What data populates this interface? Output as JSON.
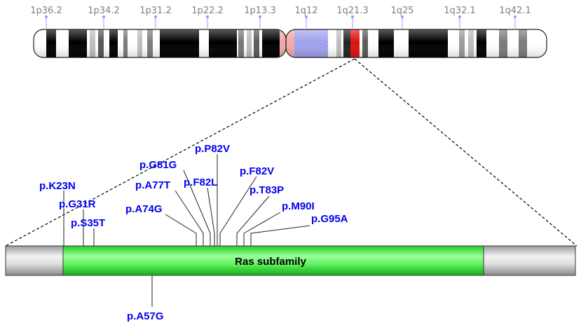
{
  "ideogram": {
    "band_labels": [
      "1p36.2",
      "1p34.2",
      "1p31.2",
      "1p22.2",
      "1p13.3",
      "1q12",
      "1q21.3",
      "1q25",
      "1q32.1",
      "1q42.1"
    ],
    "tick_color": "#9999ff",
    "centromere_color": "#f4a8a8",
    "heterochromatin_color": "#9999ee",
    "highlight_color": "#dd1111"
  },
  "protein": {
    "domain_label": "Ras subfamily",
    "domain_color": "#33ee33",
    "flank_color": "#c8c8c8"
  },
  "mutations": {
    "above": [
      "p.K23N",
      "p.G31R",
      "p.S35T",
      "p.A74G",
      "p.A77T",
      "p.G81G",
      "p.F82L",
      "p.P82V",
      "p.F82V",
      "p.T83P",
      "p.M90I",
      "p.G95A"
    ],
    "below": [
      "p.A57G"
    ],
    "color": "#0000ee"
  }
}
